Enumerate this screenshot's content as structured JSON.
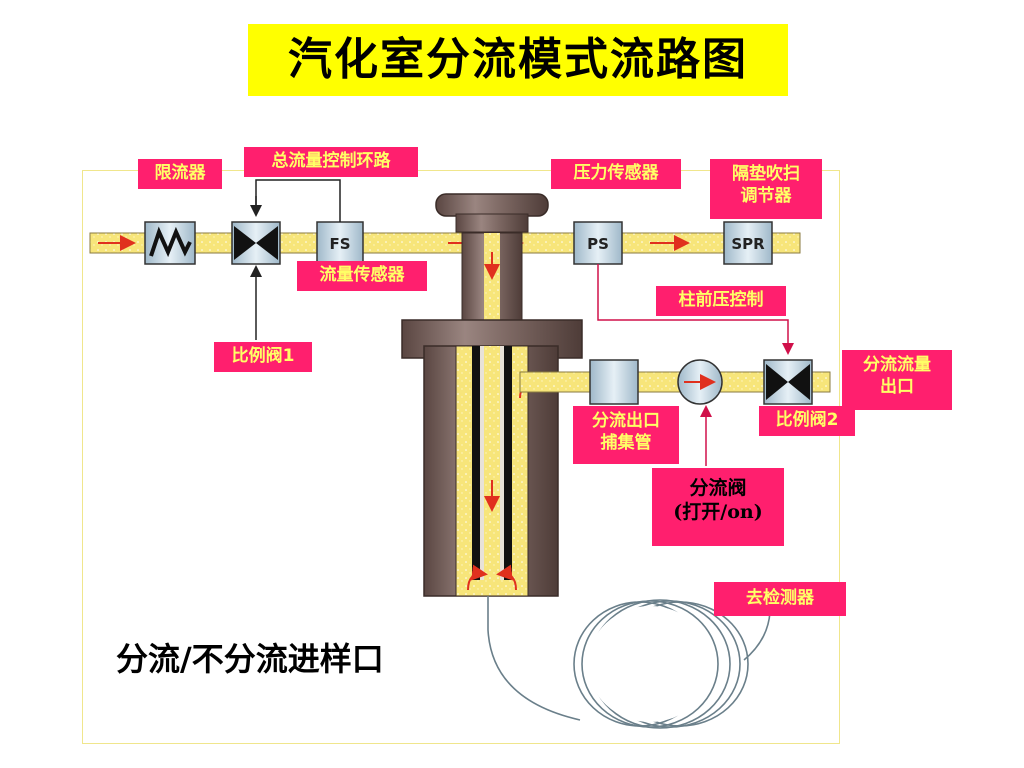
{
  "title": "汽化室分流模式流路图",
  "labels": {
    "restrictor": "限流器",
    "total_flow_loop": "总流量控制环路",
    "pressure_sensor": "压力传感器",
    "septum_purge_line1": "隔垫吹扫",
    "septum_purge_line2": "调节器",
    "flow_sensor": "流量传感器",
    "column_head_pressure": "柱前压控制",
    "proportional_valve_1": "比例阀1",
    "split_outlet_line1": "分流流量",
    "split_outlet_line2": "出口",
    "split_trap_line1": "分流出口",
    "split_trap_line2": "捕集管",
    "proportional_valve_2": "比例阀2",
    "split_valve_line1": "分流阀",
    "split_valve_line2": "(打开/on)",
    "to_detector": "去检测器",
    "inlet_caption": "分流/不分流进样口"
  },
  "components": {
    "fs": "FS",
    "ps": "PS",
    "spr": "SPR"
  },
  "colors": {
    "title_bg": "#ffff00",
    "label_bg": "#ff1f6e",
    "label_text": "#ffff66",
    "pipe": "#f7e57a",
    "flow_arrow": "#e0301e",
    "body_dark": "#6b5550"
  }
}
